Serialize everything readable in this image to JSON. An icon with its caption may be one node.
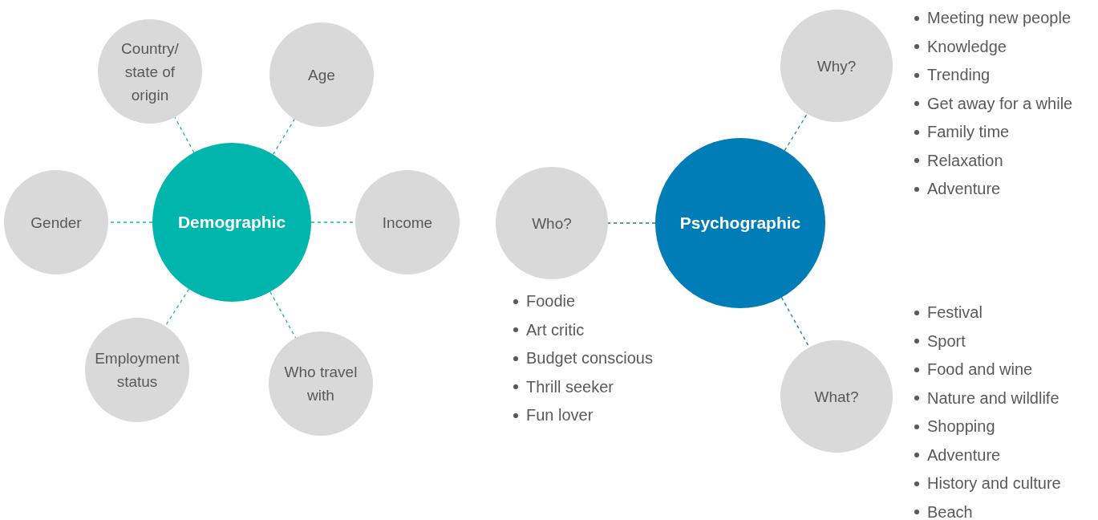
{
  "diagram": {
    "nodes": [
      {
        "text": [
          "Demographic"
        ]
      },
      {
        "text": [
          "Country/ state of origin"
        ]
      },
      {
        "text": [
          "Age"
        ]
      },
      {
        "text": [
          "Gender"
        ]
      },
      {
        "text": [
          "Income"
        ]
      },
      {
        "text": [
          "Employment status"
        ]
      },
      {
        "text": [
          "Who travel with"
        ]
      },
      {
        "text": [
          "Psychographic"
        ]
      },
      {
        "text": [
          "Who?"
        ],
        "beside": [
          "Foodie",
          "Art critic",
          "Budget conscious",
          "Thrill seeker",
          "Fun lover"
        ]
      },
      {
        "text": [
          "Why?"
        ],
        "beside": [
          "Meeting new people",
          "Knowledge",
          "Trending",
          "Get away for a while",
          "Family time",
          "Relaxation",
          "Adventure"
        ]
      },
      {
        "text": [
          "What?"
        ],
        "beside": [
          "Festival",
          "Sport",
          "Food and wine",
          "Nature and wildlife",
          "Shopping",
          "Adventure",
          "History and culture",
          "Beach"
        ]
      }
    ],
    "edges": [
      {
        "from": 0,
        "to": 1,
        "arrow": "none",
        "style": "dashed"
      },
      {
        "from": 0,
        "to": 2,
        "arrow": "none",
        "style": "dashed"
      },
      {
        "from": 0,
        "to": 3,
        "arrow": "none",
        "style": "dashed"
      },
      {
        "from": 0,
        "to": 4,
        "arrow": "none",
        "style": "dashed"
      },
      {
        "from": 0,
        "to": 5,
        "arrow": "none",
        "style": "dashed"
      },
      {
        "from": 0,
        "to": 6,
        "arrow": "none",
        "style": "dashed"
      },
      {
        "from": 7,
        "to": 8,
        "arrow": "none",
        "style": "dashed",
        "color": "#1a7fb5"
      },
      {
        "from": 7,
        "to": 9,
        "arrow": "none",
        "style": "dashed",
        "color": "#1a7fb5"
      },
      {
        "from": 7,
        "to": 10,
        "arrow": "none",
        "style": "dashed",
        "color": "#1a7fb5"
      }
    ]
  }
}
